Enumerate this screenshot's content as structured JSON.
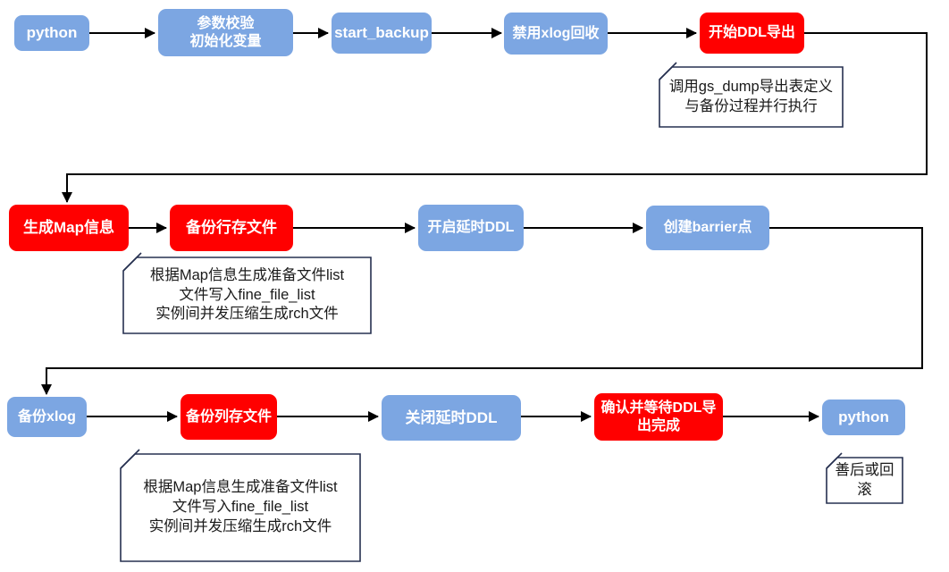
{
  "colors": {
    "node_blue": "#7CA6E2",
    "node_red": "#FF0000",
    "node_text": "#FFFFFF",
    "connector": "#000000",
    "note_border": "#263050",
    "note_text": "#1A1A1A"
  },
  "nodes": {
    "python_start": "python",
    "param_init": "参数校验\n初始化变量",
    "start_backup": "start_backup",
    "disable_xlog": "禁用xlog回收",
    "start_ddl_export": "开始DDL导出",
    "gen_map": "生成Map信息",
    "backup_row_files": "备份行存文件",
    "enable_delay_ddl": "开启延时DDL",
    "create_barrier": "创建barrier点",
    "backup_xlog": "备份xlog",
    "backup_col_files": "备份列存文件",
    "close_delay_ddl": "关闭延时DDL",
    "confirm_ddl_export": "确认并等待DDL导出完成",
    "python_end": "python"
  },
  "notes": {
    "ddl_export_note": "调用gs_dump导出表定义\n与备份过程并行执行",
    "row_backup_note": "根据Map信息生成准备文件list\n文件写入fine_file_list\n实例间并发压缩生成rch文件",
    "col_backup_note": "根据Map信息生成准备文件list\n文件写入fine_file_list\n实例间并发压缩生成rch文件",
    "cleanup_note": "善后或回滚"
  }
}
